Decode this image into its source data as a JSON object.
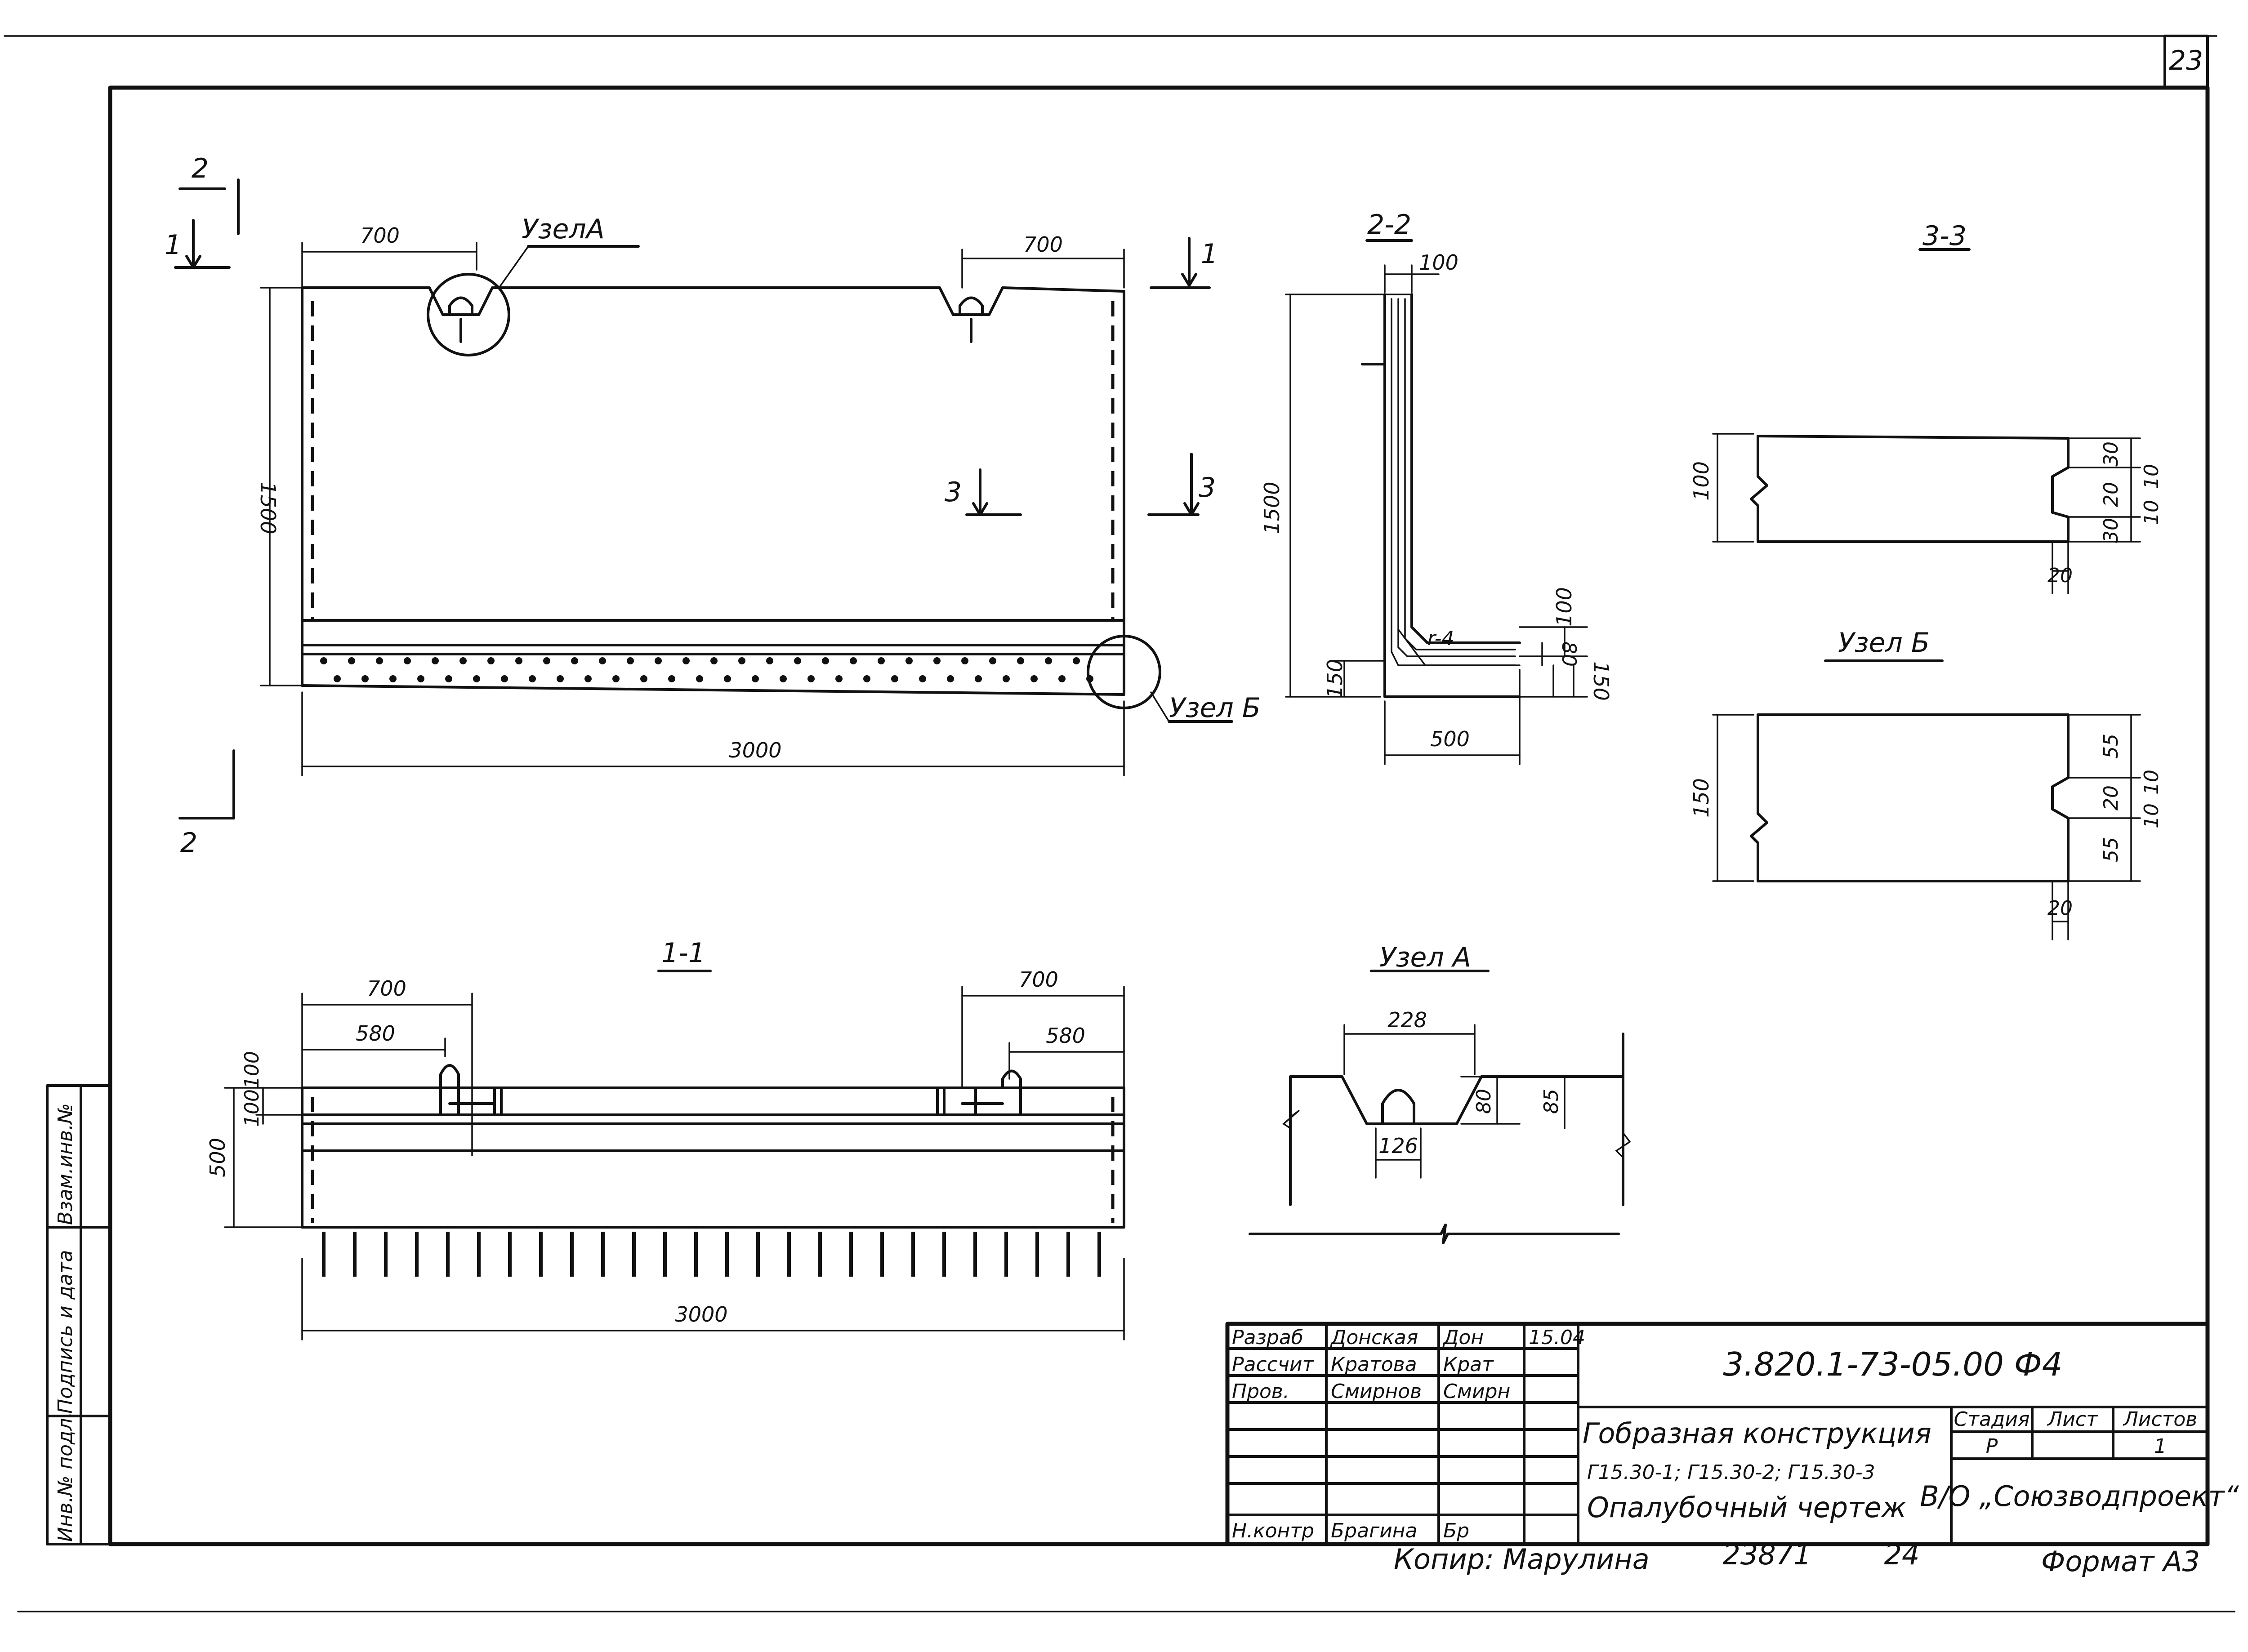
{
  "sheet_number": "23",
  "main_view": {
    "dim_left_700": "700",
    "dim_right_700": "700",
    "dim_height": "1500",
    "dim_length": "3000",
    "callout_node_a": "УзелА",
    "callout_node_b": "Узел Б",
    "cut_1": "1",
    "cut_2": "2",
    "cut_3": "3"
  },
  "section_2_2": {
    "title": "2-2",
    "dim_top": "100",
    "dim_height": "1500",
    "dim_base": "500",
    "dim_150_left": "150",
    "dim_150_right": "150",
    "dim_100_right": "100",
    "dim_80": "80",
    "dim_r": "r-4"
  },
  "section_3_3": {
    "title": "3-3",
    "dim_height": "100",
    "dim_30_top": "30",
    "dim_20": "20",
    "dim_30_bottom": "30",
    "dim_10_a": "10",
    "dim_10_b": "10",
    "dim_20_bottom": "20"
  },
  "node_b": {
    "title": "Узел Б",
    "dim_height": "150",
    "dim_55_top": "55",
    "dim_20": "20",
    "dim_55_bottom": "55",
    "dim_10_a": "10",
    "dim_10_b": "10",
    "dim_20_bottom": "20"
  },
  "section_1_1": {
    "title": "1-1",
    "dim_700_left": "700",
    "dim_580_left": "580",
    "dim_700_right": "700",
    "dim_580_right": "580",
    "dim_100_a": "100",
    "dim_100_b": "100",
    "dim_500": "500",
    "dim_length": "3000"
  },
  "node_a": {
    "title": "Узел А",
    "dim_top": "228",
    "dim_bottom": "126",
    "dim_80": "80",
    "dim_85": "85"
  },
  "side_stamp": {
    "inv_orig": "Инв.№ подл.",
    "sign_date": "Подпись и дата",
    "inv_replace": "Взам.инв.№"
  },
  "title_block": {
    "rows": [
      {
        "role": "Разраб",
        "name": "Донская",
        "sign": "Дон",
        "date": "15.04"
      },
      {
        "role": "Рассчит",
        "name": "Кратова",
        "sign": "Крат",
        "date": ""
      },
      {
        "role": "Пров.",
        "name": "Смирнов",
        "sign": "Смирн",
        "date": ""
      },
      {
        "role": "",
        "name": "",
        "sign": "",
        "date": ""
      },
      {
        "role": "",
        "name": "",
        "sign": "",
        "date": ""
      },
      {
        "role": "",
        "name": "",
        "sign": "",
        "date": ""
      },
      {
        "role": "",
        "name": "",
        "sign": "",
        "date": ""
      },
      {
        "role": "Н.контр",
        "name": "Брагина",
        "sign": "Бр",
        "date": ""
      }
    ],
    "doc_code": "3.820.1-73-05.00 Ф4",
    "title_line1": "Гобразная конструкция",
    "title_line2": "Г15.30-1; Г15.30-2; Г15.30-3",
    "title_line3": "Опалубочный чертеж",
    "stage_label": "Стадия",
    "sheet_label": "Лист",
    "sheets_label": "Листов",
    "stage_value": "Р",
    "sheet_value": "",
    "sheets_value": "1",
    "org": "В/О „Союзводпроект“",
    "copied": "Копир: Марулина",
    "archive": "23871",
    "archive_page": "24",
    "format": "Формат А3"
  }
}
